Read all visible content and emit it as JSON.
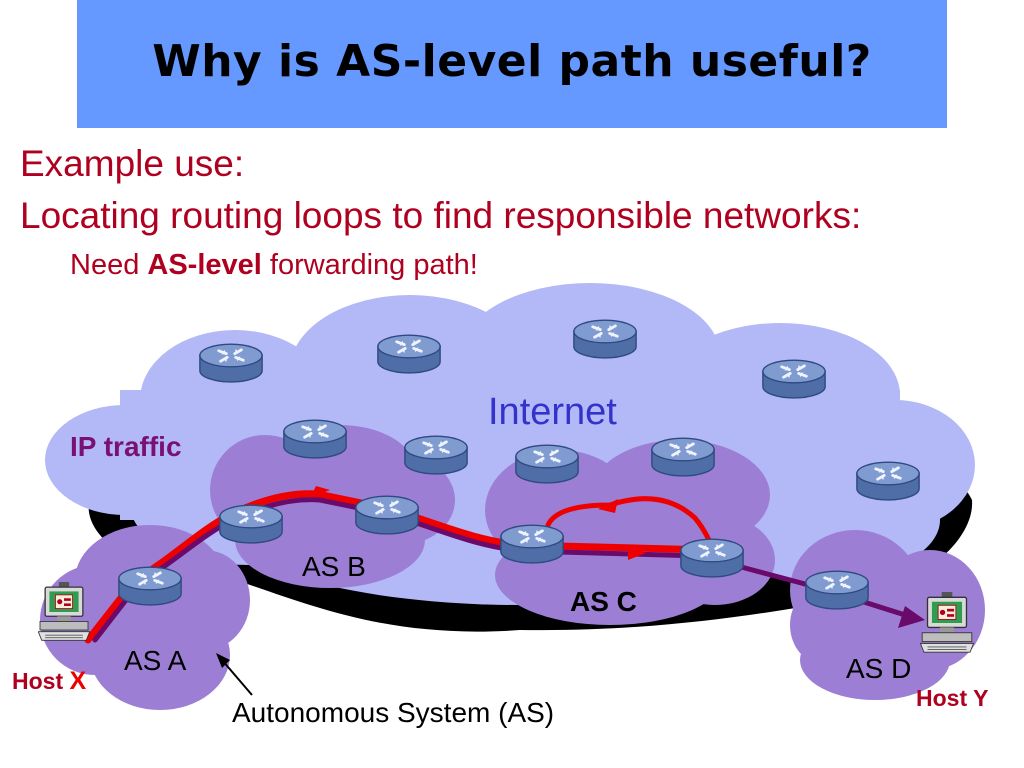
{
  "title": "Why is AS-level path useful?",
  "bullets": {
    "line1": "Example use:",
    "line2": "Locating routing loops to find responsible networks:",
    "sub_prefix": "Need ",
    "sub_bold": "AS-level",
    "sub_suffix": " forwarding path!"
  },
  "diagram": {
    "internet_label": "Internet",
    "ip_traffic_label": "IP traffic",
    "as_labels": {
      "a": "AS A",
      "b": "AS B",
      "c": "AS C",
      "d": "AS D"
    },
    "host_x": {
      "prefix": "Host ",
      "letter": "X"
    },
    "host_y": "Host Y",
    "as_definition": "Autonomous System (AS)"
  },
  "colors": {
    "title_bg": "#6699ff",
    "text_red": "#b00020",
    "internet_cloud": "#b3b8f7",
    "as_cloud": "#9c7fd4",
    "router": "#6e8cc4",
    "red_path": "#ee0000",
    "purple_path": "#6a0a6a",
    "internet_text": "#3333cc"
  },
  "icons": [
    "router-icon",
    "host-computer-icon",
    "cloud-shape",
    "arrow-icon"
  ]
}
